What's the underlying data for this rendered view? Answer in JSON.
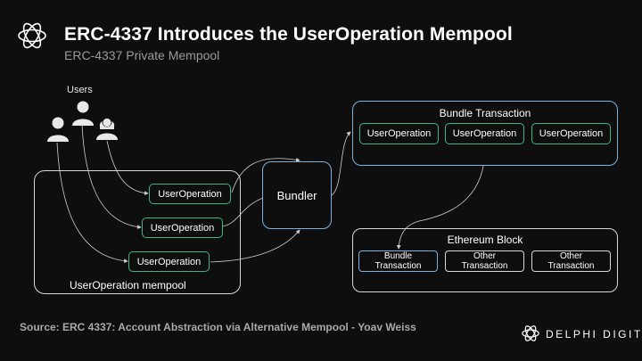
{
  "header": {
    "title": "ERC-4337 Introduces the UserOperation Mempool",
    "subtitle": "ERC-4337 Private Mempool"
  },
  "diagram": {
    "users_label": "Users",
    "mempool_label": "UserOperation mempool",
    "user_operations": [
      "UserOperation",
      "UserOperation",
      "UserOperation"
    ],
    "bundler_label": "Bundler",
    "bundle_transaction": {
      "title": "Bundle Transaction",
      "items": [
        "UserOperation",
        "UserOperation",
        "UserOperation"
      ]
    },
    "ethereum_block": {
      "title": "Ethereum Block",
      "items": [
        "Bundle\nTransaction",
        "Other\nTransaction",
        "Other\nTransaction"
      ]
    }
  },
  "footer": {
    "source": "Source: ERC 4337: Account Abstraction via Alternative Mempool - Yoav Weiss",
    "brand": "DELPHI DIGITAL"
  },
  "colors": {
    "background": "#0e0e0e",
    "accent_blue": "#7ab3e0",
    "accent_green": "#43b585",
    "line": "#cfcfcf"
  },
  "icons": [
    "delphi-logo-icon",
    "user-icon",
    "arrow-icon"
  ]
}
